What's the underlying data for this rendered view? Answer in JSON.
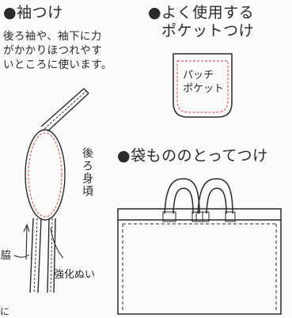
{
  "sections": {
    "sleeve": {
      "heading": "●袖つけ",
      "description_lines": [
        "後ろ袖や、袖下に力",
        "がかかりほつれやす",
        "いところに使います。"
      ],
      "label_back_body": "後ろ身頃",
      "label_side": "脇",
      "label_reinforce": "強化ぬい"
    },
    "pocket": {
      "heading_lines": [
        "●よく使用する",
        "ポケットつけ"
      ],
      "label_lines": [
        "パッチ",
        "ポケット"
      ]
    },
    "bag": {
      "heading": "●袋もののとってつけ"
    }
  },
  "footer_fragment": "に",
  "colors": {
    "stitch": "#e0606a",
    "ink": "#2a2a2a"
  }
}
